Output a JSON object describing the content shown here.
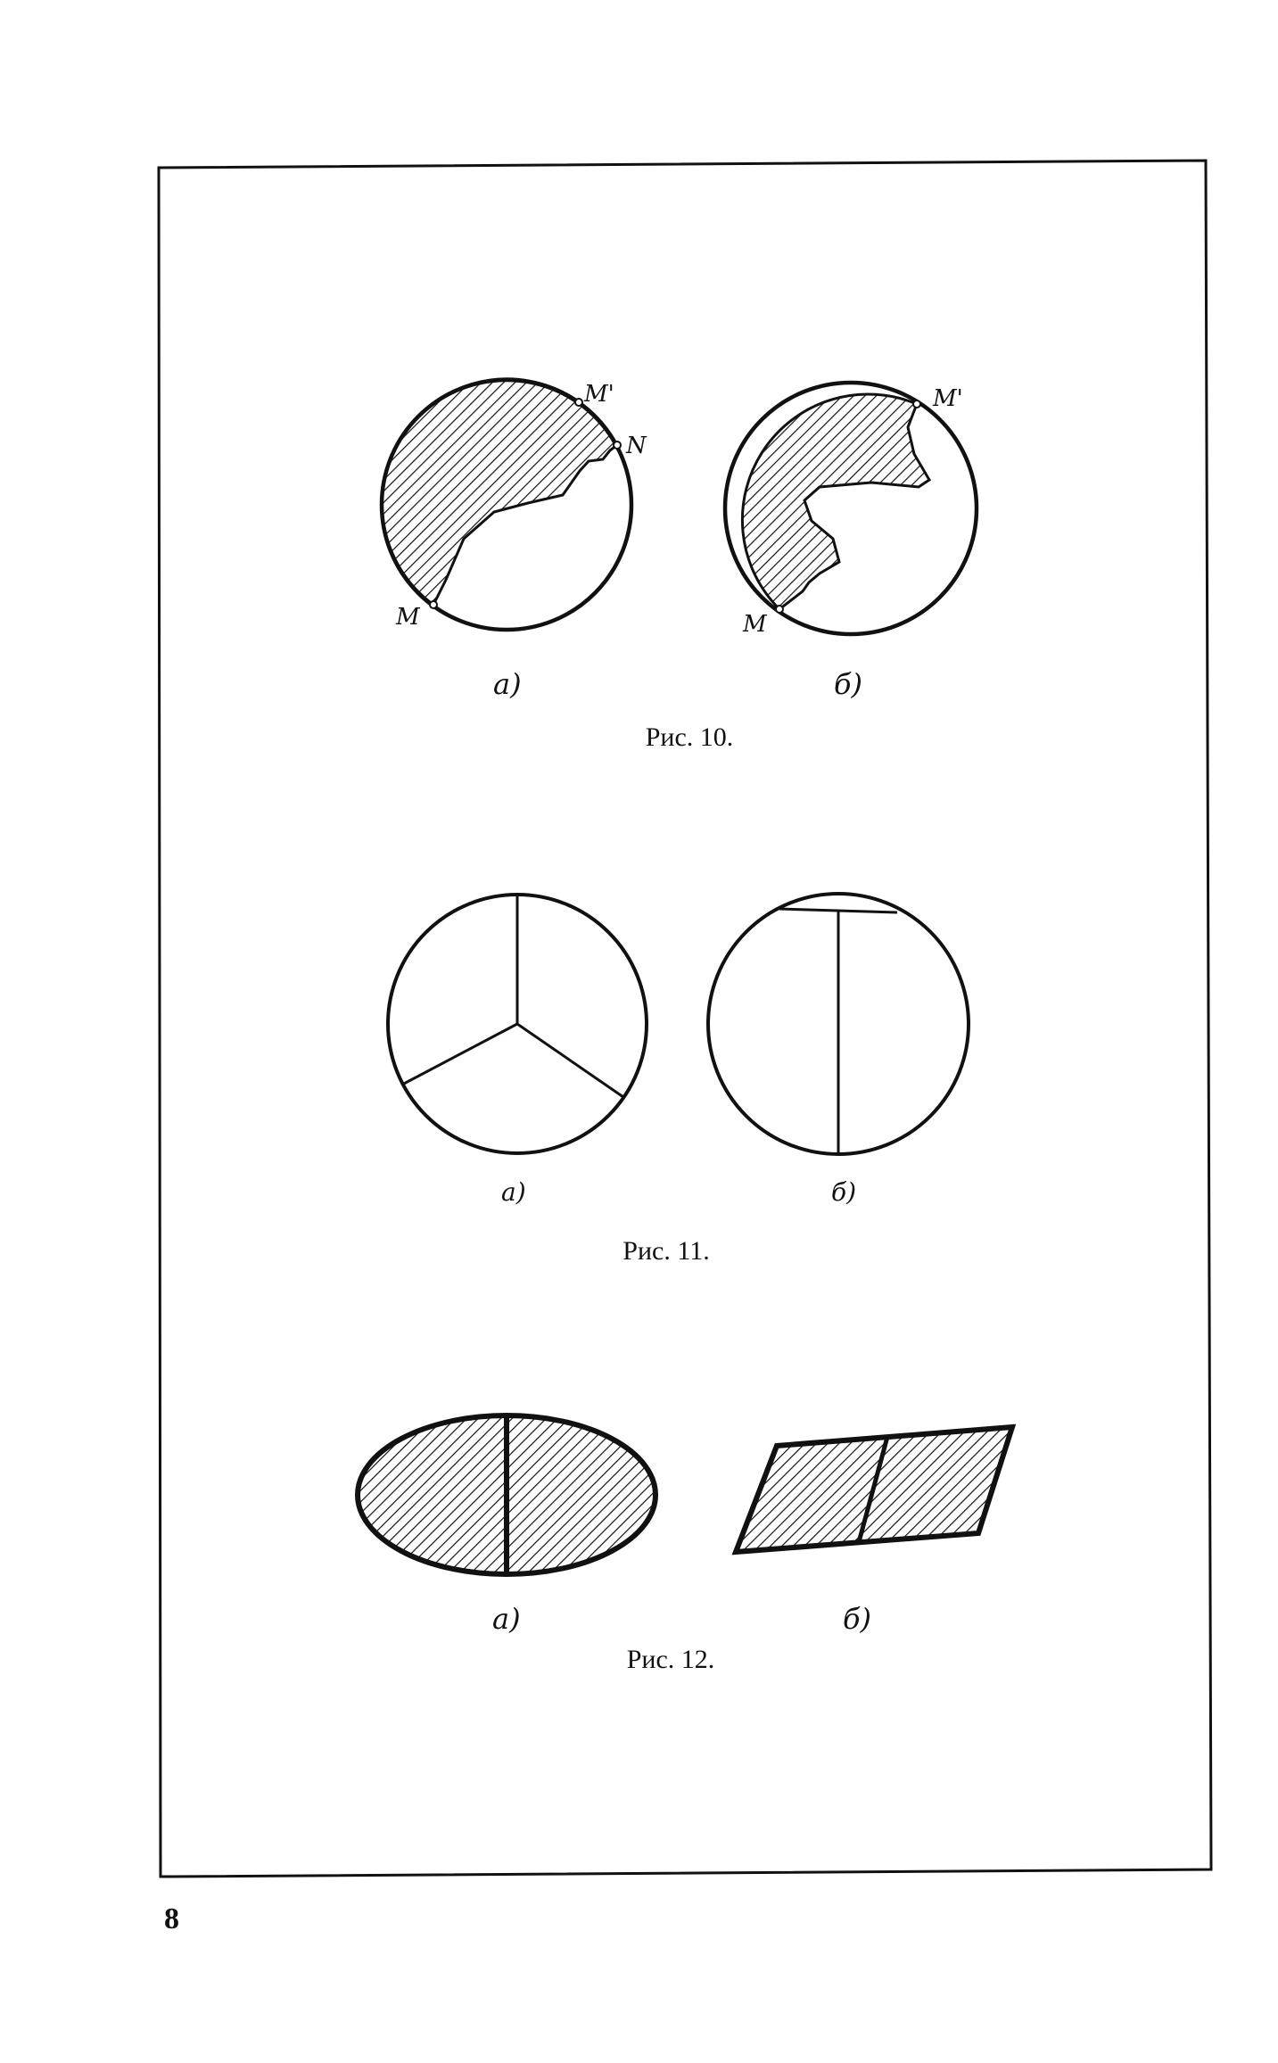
{
  "page_number": "8",
  "figures": [
    {
      "caption": "Рис. 10.",
      "sub_a": "а)",
      "sub_b": "б)",
      "points_a": [
        "M",
        "M'",
        "N"
      ],
      "points_b": [
        "M",
        "M'"
      ]
    },
    {
      "caption": "Рис. 11.",
      "sub_a": "а)",
      "sub_b": "б)"
    },
    {
      "caption": "Рис. 12.",
      "sub_a": "а)",
      "sub_b": "б)"
    }
  ]
}
